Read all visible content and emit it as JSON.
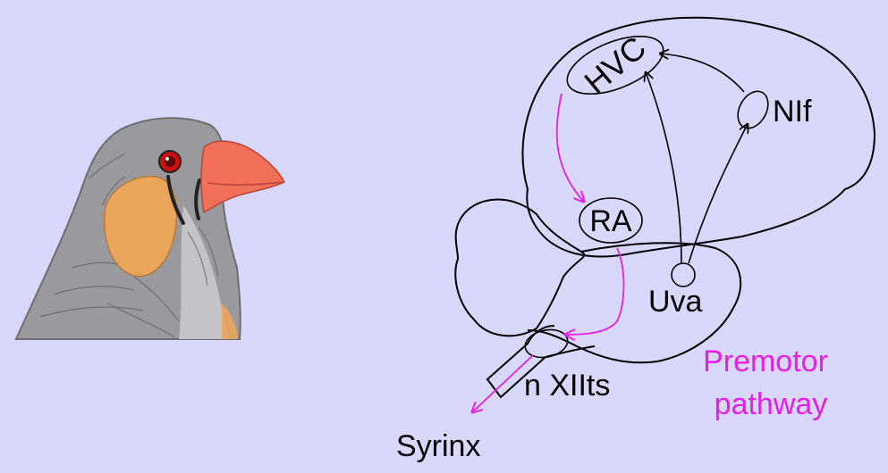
{
  "colors": {
    "background": "#d8d8fc",
    "premotor": "#e61ee6",
    "line": "#000000"
  },
  "illustration": {
    "subject": "zebra finch head",
    "colors": {
      "plumage": "#9a9a9e",
      "cheek_patch": "#e9a65a",
      "beak": "#f0705a",
      "eye": "#cc1111",
      "tear_stripe": "#222222"
    }
  },
  "diagram": {
    "nuclei": {
      "hvc": "HVC",
      "ra": "RA",
      "nif": "NIf",
      "uva": "Uva",
      "nxiits": "n XIIts"
    },
    "output": "Syrinx",
    "pathway": {
      "line1": "Premotor",
      "line2": "pathway"
    }
  }
}
